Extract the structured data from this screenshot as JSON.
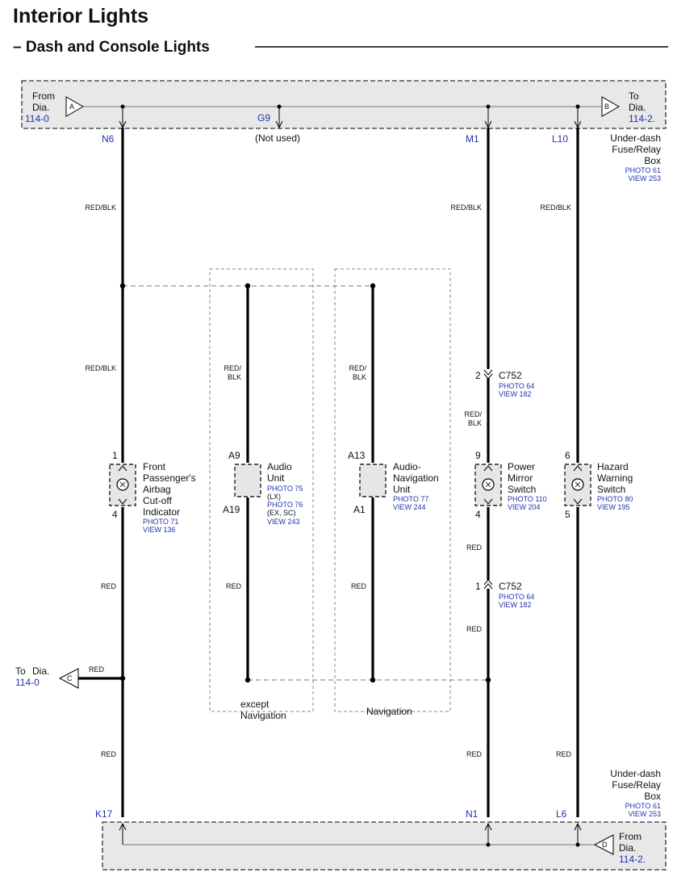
{
  "title": "Interior Lights",
  "subtitle": "– Dash and Console Lights",
  "top_box": {
    "from_label": [
      "From",
      "Dia."
    ],
    "from_ref": "114-0",
    "from_connector": "A",
    "to_label": [
      "To",
      "Dia."
    ],
    "to_ref": "114-2.",
    "to_connector": "B",
    "name": [
      "Under-dash",
      "Fuse/Relay",
      "Box"
    ],
    "photo": "PHOTO 61",
    "view": "VIEW 253"
  },
  "bottom_box": {
    "from_label": [
      "From",
      "Dia."
    ],
    "from_ref": "114-2.",
    "from_connector": "D",
    "name": [
      "Under-dash",
      "Fuse/Relay",
      "Box"
    ],
    "photo": "PHOTO 61",
    "view": "VIEW 253"
  },
  "terminals": {
    "n6": "N6",
    "g9": "G9",
    "m1": "M1",
    "l10": "L10",
    "k17": "K17",
    "n1": "N1",
    "l6": "L6"
  },
  "not_used": "(Not used)",
  "wire_colors": {
    "red_blk": "RED/BLK",
    "red_blk_split": [
      "RED/",
      "BLK"
    ],
    "red": "RED"
  },
  "pins": {
    "airbag_top": "1",
    "airbag_bottom": "4",
    "audio_top": "A9",
    "audio_bottom": "A19",
    "nav_top": "A13",
    "nav_bottom": "A1",
    "c752_upper": "2",
    "mirror_top": "9",
    "mirror_bottom": "4",
    "c752_lower": "1",
    "hazard_top": "6",
    "hazard_bottom": "5"
  },
  "components": {
    "airbag": {
      "name": [
        "Front",
        "Passenger's",
        "Airbag",
        "Cut-off",
        "Indicator"
      ],
      "photo": "PHOTO 71",
      "view": "VIEW 136"
    },
    "audio": {
      "name": [
        "Audio",
        "Unit"
      ],
      "photo1": "PHOTO 75",
      "note1": "(LX)",
      "photo2": "PHOTO 76",
      "note2": "(EX, SC)",
      "view": "VIEW 243"
    },
    "nav": {
      "name": [
        "Audio-",
        "Navigation",
        "Unit"
      ],
      "photo": "PHOTO 77",
      "view": "VIEW 244"
    },
    "mirror": {
      "name": [
        "Power",
        "Mirror",
        "Switch"
      ],
      "photo": "PHOTO 110",
      "view": "VIEW 204"
    },
    "hazard": {
      "name": [
        "Hazard",
        "Warning",
        "Switch"
      ],
      "photo": "PHOTO 80",
      "view": "VIEW 195"
    }
  },
  "c752_upper": {
    "name": "C752",
    "photo": "PHOTO 64",
    "view": "VIEW 182"
  },
  "c752_lower": {
    "name": "C752",
    "photo": "PHOTO 64",
    "view": "VIEW 182"
  },
  "to_c": {
    "label": "To",
    "dia": "Dia.",
    "ref": "114-0",
    "connector": "C"
  },
  "groups": {
    "except_nav": [
      "except",
      "Navigation"
    ],
    "nav": "Navigation"
  }
}
